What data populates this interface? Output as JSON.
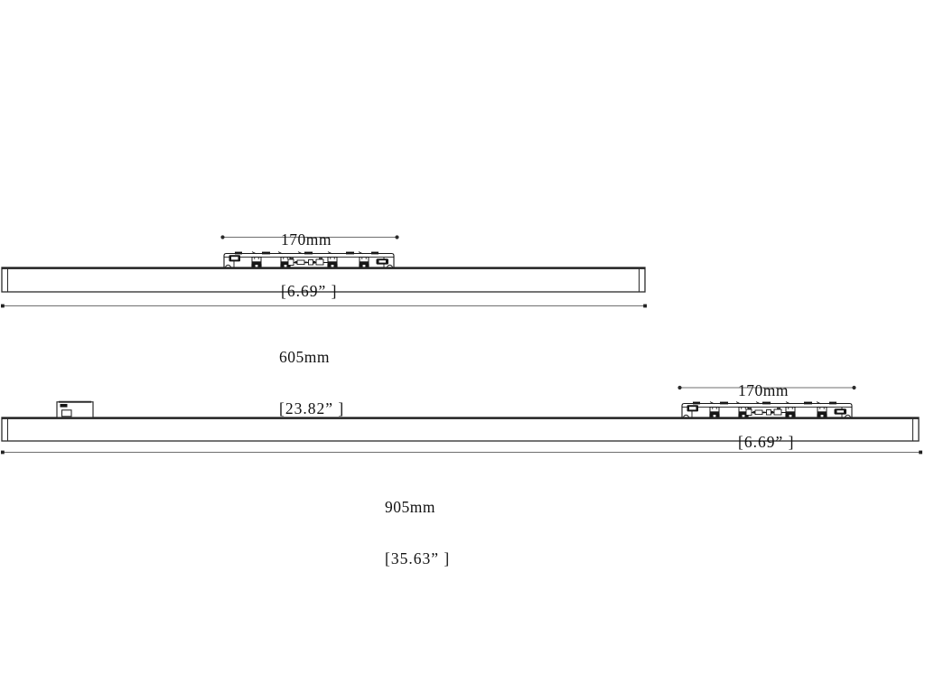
{
  "document": {
    "type": "technical dimension drawing",
    "subject": "linear track light fixtures side view"
  },
  "colors": {
    "background": "#ffffff",
    "outline": "#2b2b2b",
    "detail": "#161616",
    "dimension_line": "#6f6f6f",
    "text": "#121212"
  },
  "fixtures": [
    {
      "id": "fixture-605",
      "adapter_dimension": {
        "metric": "170mm",
        "imperial": "[6.69” ]"
      },
      "overall_dimension": {
        "metric": "605mm",
        "imperial": "[23.82” ]"
      }
    },
    {
      "id": "fixture-905",
      "adapter_dimension": {
        "metric": "170mm",
        "imperial": "[6.69” ]"
      },
      "overall_dimension": {
        "metric": "905mm",
        "imperial": "[35.63” ]"
      }
    }
  ]
}
